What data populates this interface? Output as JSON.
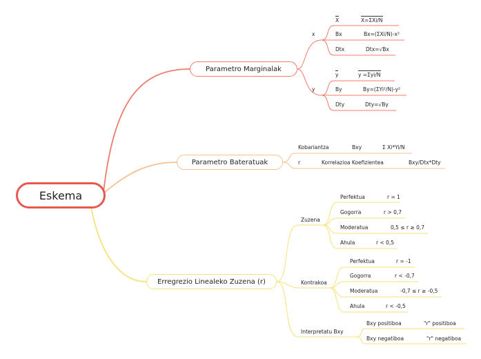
{
  "root": "Eskema",
  "marginal": {
    "label": "Parametro Marginalak",
    "x": {
      "label": "x",
      "rows": [
        {
          "name": "X",
          "formula": "X=ΣXi/N",
          "name_overline": true,
          "formula_overline": true
        },
        {
          "name": "Bx",
          "formula": "Bx=(ΣXi/N)-x²"
        },
        {
          "name": "Dtx",
          "formula": "Dtx=√Bx"
        }
      ]
    },
    "y": {
      "label": "y",
      "rows": [
        {
          "name": "y",
          "formula": "y =Σyi/N",
          "name_overline": true,
          "formula_overline": true
        },
        {
          "name": "By",
          "formula": "By=(ΣYi²/N)-y²"
        },
        {
          "name": "Dty",
          "formula": "Dty=√By"
        }
      ]
    }
  },
  "bateratuak": {
    "label": "Parametro Bateratuak",
    "row1": {
      "a": "Kobariantza",
      "b": "Bxy",
      "c": "Σ Xi*Yi/N"
    },
    "row2": {
      "a": "r",
      "b": "Korrelazioa Koefizientea",
      "c": "Bxy/Dtx*Dty"
    }
  },
  "zuzena": {
    "label": "Erregrezio Linealeko Zuzena (r)",
    "zuzena": {
      "label": "Zuzena",
      "rows": [
        {
          "name": "Perfektua",
          "value": "r = 1"
        },
        {
          "name": "Gogorra",
          "value": "r > 0,7"
        },
        {
          "name": "Moderatua",
          "value": "0,5 ≤ r ≥ 0,7"
        },
        {
          "name": "Ahula",
          "value": "r < 0,5"
        }
      ]
    },
    "kontrakoa": {
      "label": "Kontrakoa",
      "rows": [
        {
          "name": "Perfektua",
          "value": "r = -1"
        },
        {
          "name": "Gogorra",
          "value": "r < -0,7"
        },
        {
          "name": "Moderatua",
          "value": "-0,7 ≤  r  ≥ -0,5"
        },
        {
          "name": "Ahula",
          "value": "r < -0,5"
        }
      ]
    },
    "interpretatu": {
      "label": "Interpretatu Bxy",
      "rows": [
        {
          "name": "Bxy positiboa",
          "value": "\"r\" positiboa"
        },
        {
          "name": "Bxy negatiboa",
          "value": "\"r\" negatiboa"
        }
      ]
    }
  },
  "colors": {
    "root": "#e8574d",
    "marginal": "#f07b6c",
    "bateratuak": "#f7c08f",
    "zuzena": "#f6e27a"
  }
}
